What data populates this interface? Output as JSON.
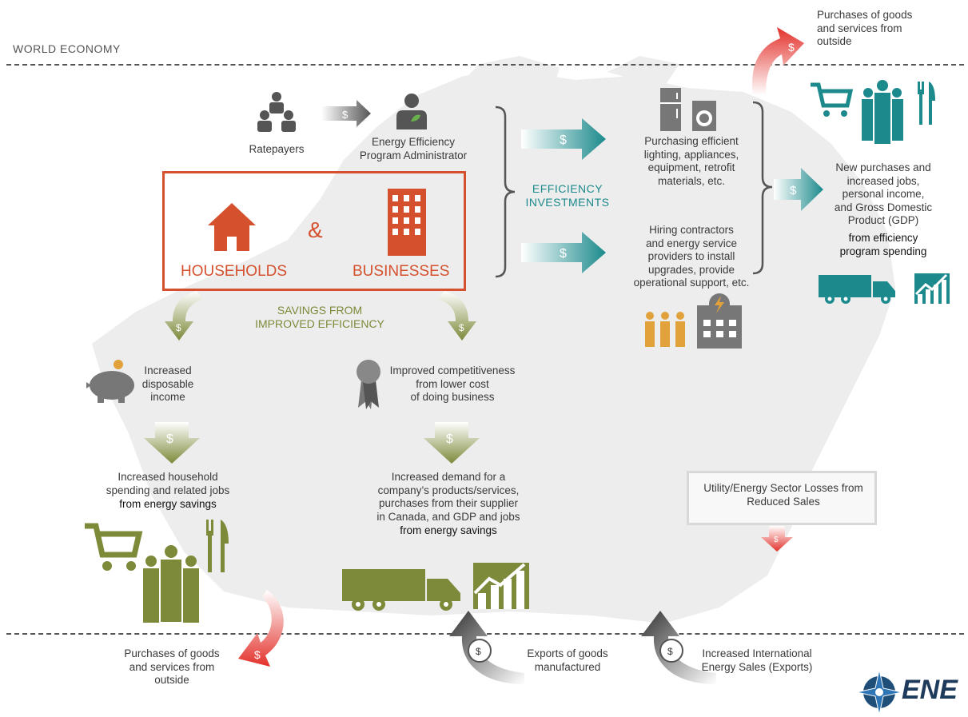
{
  "header": {
    "world_economy": "WORLD ECONOMY"
  },
  "top_outside": {
    "label": "Purchases of goods\nand services from\noutside"
  },
  "program": {
    "ratepayers": "Ratepayers",
    "administrator": "Energy Efficiency\nProgram Administrator"
  },
  "center": {
    "households": "HOUSEHOLDS",
    "ampersand": "&",
    "businesses": "BUSINESSES",
    "savings": "SAVINGS FROM\nIMPROVED EFFICIENCY"
  },
  "investments": {
    "label": "EFFICIENCY\nINVESTMENTS",
    "purchasing": "Purchasing efficient\nlighting, appliances,\nequipment, retrofit\nmaterials, etc.",
    "hiring": "Hiring contractors\nand energy service\nproviders to install\nupgrades, provide\noperational support, etc."
  },
  "outcome_right": {
    "text": "New purchases and\nincreased jobs,\npersonal income,\nand Gross Domestic\nProduct (GDP)",
    "bold": "from efficiency\nprogram spending"
  },
  "household_path": {
    "disposable": "Increased\ndisposable\nincome",
    "spending": "Increased household\nspending and related jobs",
    "spending_bold": "from energy savings"
  },
  "business_path": {
    "competitiveness": "Improved competitiveness\nfrom lower cost\nof doing business",
    "demand": "Increased demand for a\ncompany’s products/services,\npurchases from their supplier\nin Canada, and GDP and jobs",
    "demand_bold": "from energy savings"
  },
  "utility": {
    "text": "Utility/Energy Sector Losses from\nReduced Sales"
  },
  "bottom": {
    "outside": "Purchases of goods\nand services from\noutside",
    "exports": "Exports of goods\nmanufactured",
    "international": "Increased International\nEnergy Sales (Exports)"
  },
  "logo": {
    "text": "ENE"
  },
  "symbols": {
    "dollar": "$"
  },
  "colors": {
    "teal": "#1c8a8c",
    "olive": "#7c8a3a",
    "orange": "#d5512e",
    "red": "#e3312b",
    "grey": "#555555"
  }
}
